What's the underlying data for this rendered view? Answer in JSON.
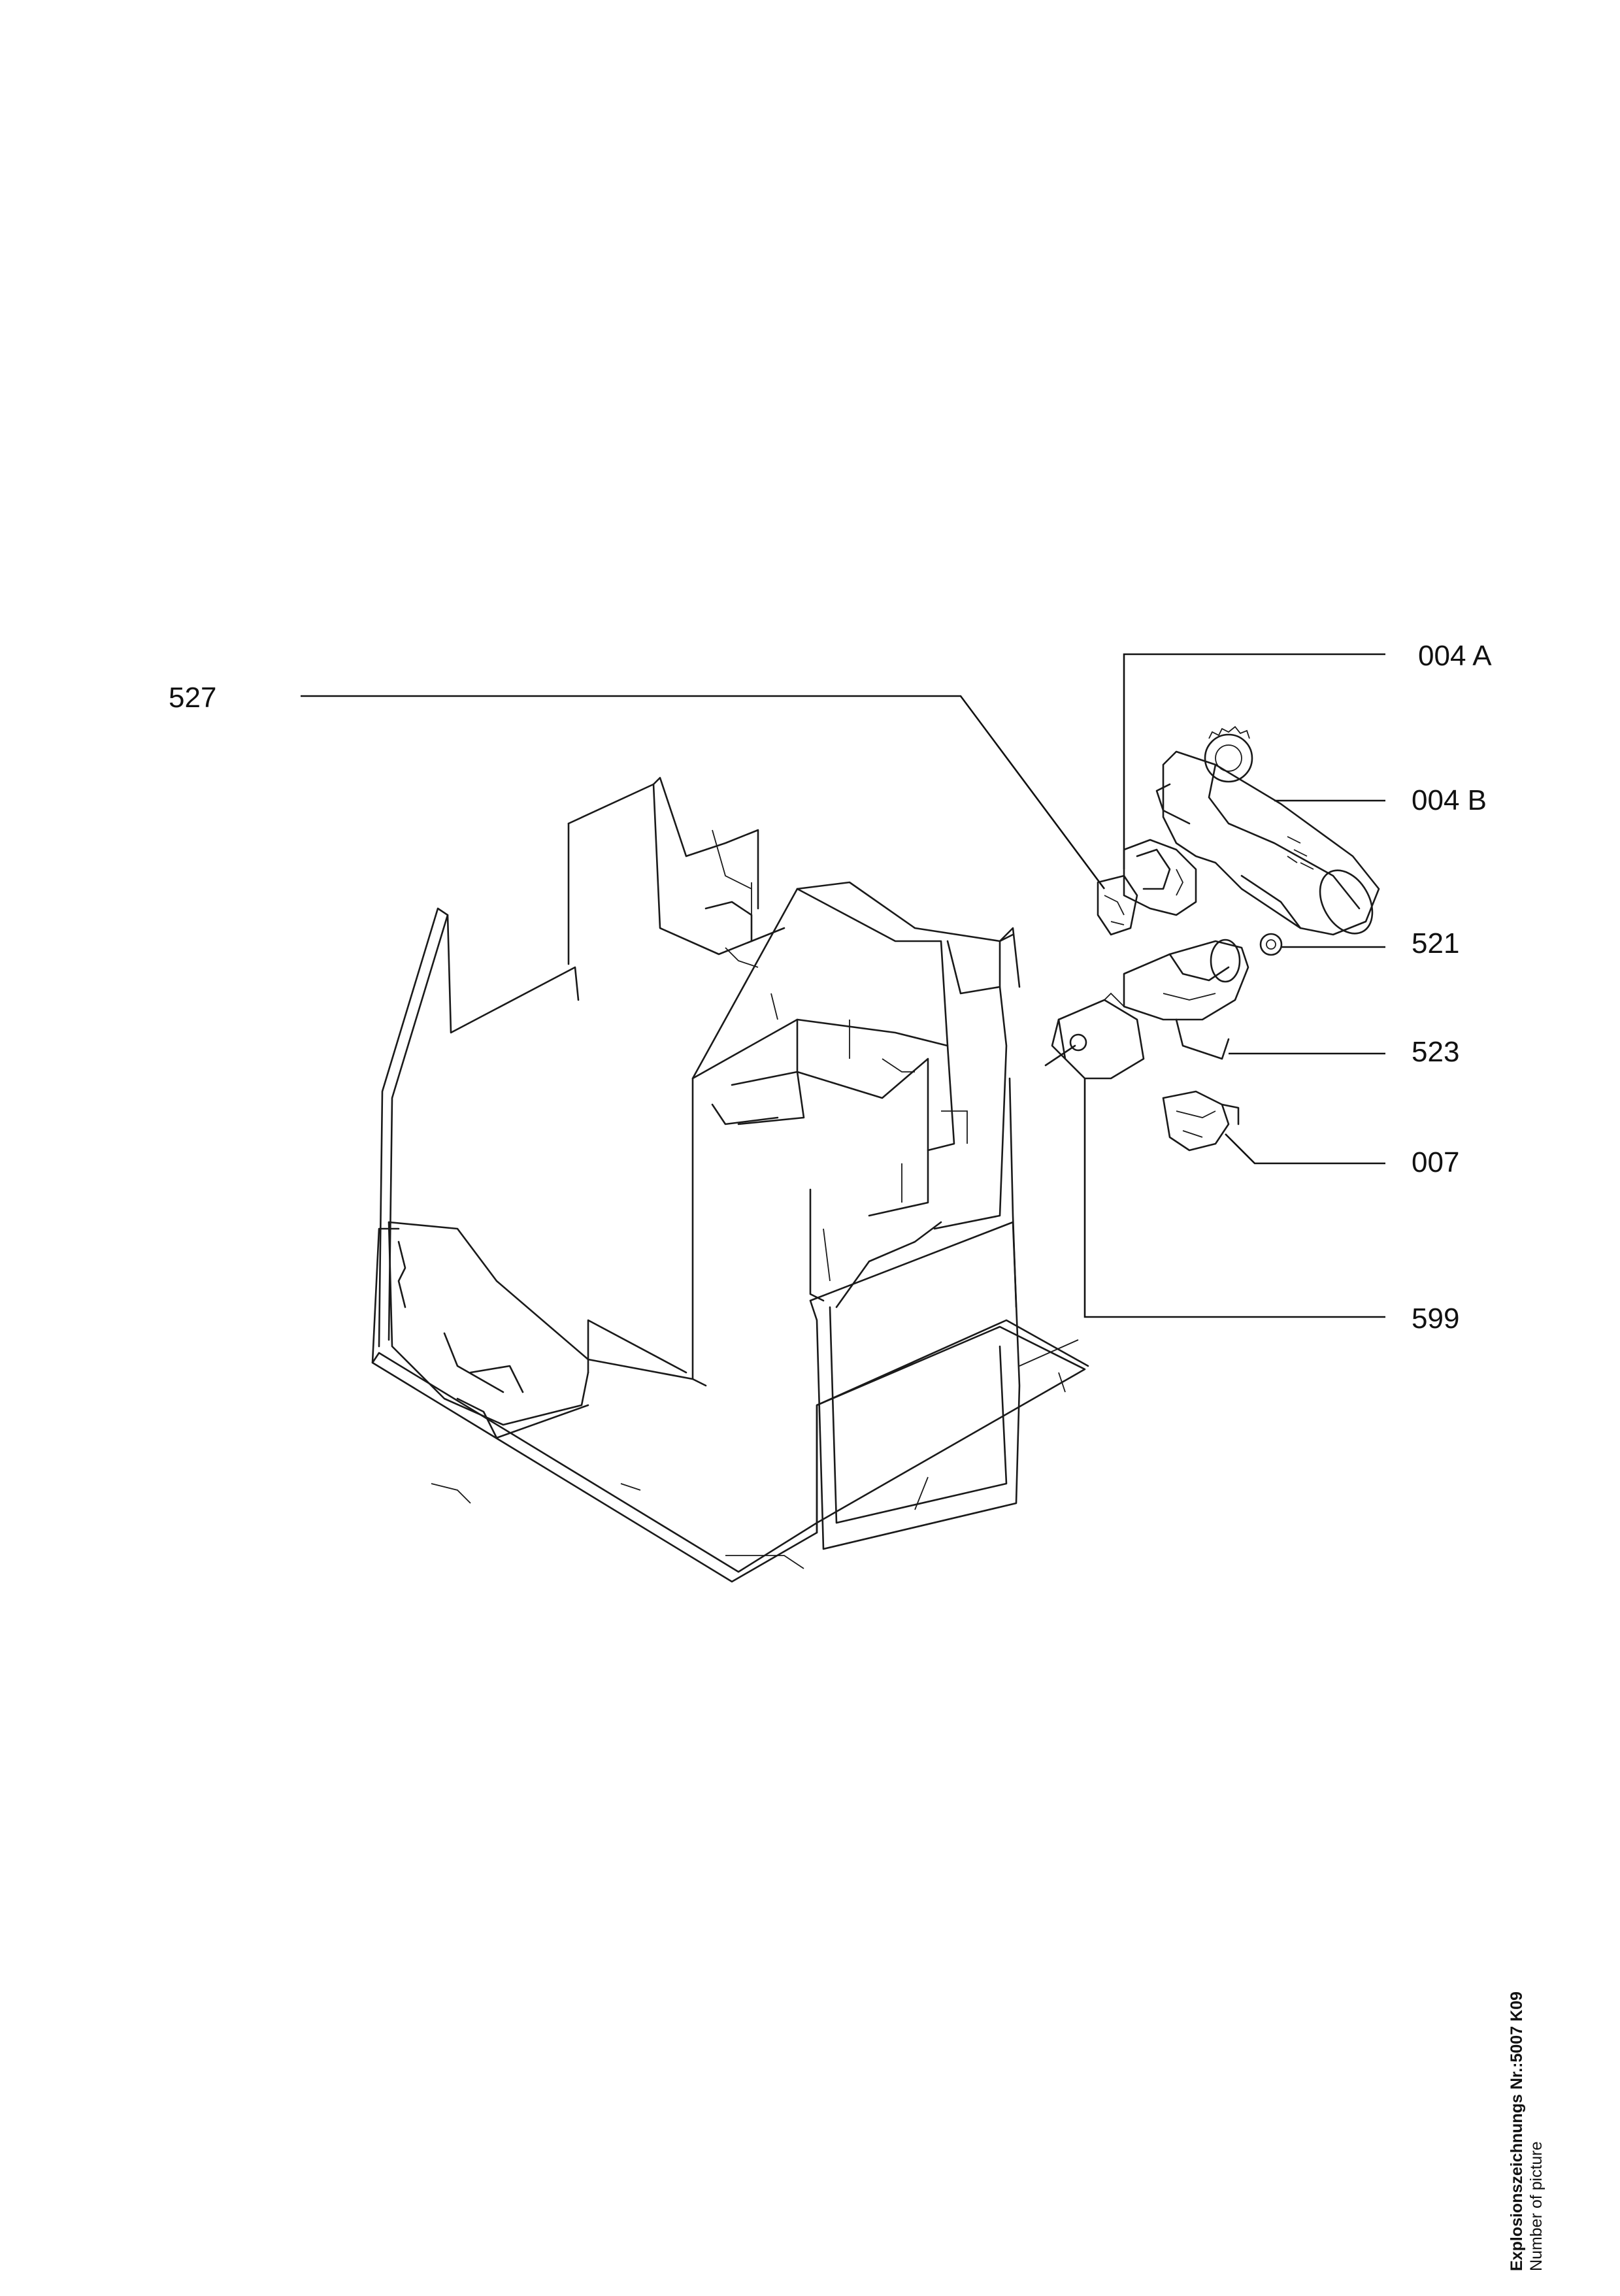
{
  "callouts": {
    "p527": "527",
    "p004a": "004 A",
    "p004b": "004 B",
    "p521": "521",
    "p523": "523",
    "p007": "007",
    "p599": "599"
  },
  "caption": {
    "line1": "Explosionszeichnungs Nr.:5007 K09",
    "line2": "Number of picture"
  }
}
